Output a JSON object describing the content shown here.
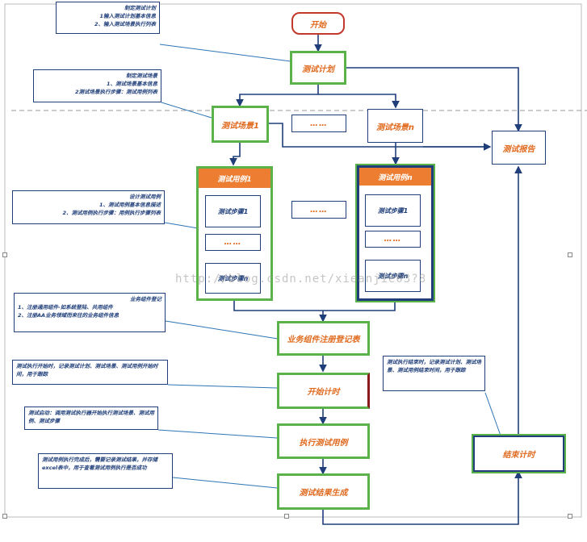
{
  "flow": {
    "start": "开始",
    "test_plan": "测试计划",
    "scenario1": "测试场景1",
    "scenario_n": "测试场景n",
    "dots": "……",
    "report": "测试报告",
    "case1_header": "测试用例1",
    "case_n_header": "测试用例n",
    "step1": "测试步骤1",
    "step_n": "测试步骤n",
    "register": "业务组件注册登记表",
    "start_timing": "开始计时",
    "execute": "执行测试用例",
    "result": "测试结果生成",
    "end_timing": "结束计时"
  },
  "notes": {
    "plan": [
      "制定测试计划",
      "1输入测试计划基本信息",
      "2、输入测试场景执行列表"
    ],
    "scenario": [
      "制定测试场景",
      "1、测试场景基本信息",
      "2测试场景执行步骤：测试用例列表"
    ],
    "case": [
      "设计测试用例",
      "1、测试用例基本信息描述",
      "2、测试用例执行步骤：用例执行步骤列表"
    ],
    "register": [
      "业务组件登记",
      "1、注册通用组件-如系统登陆、共用组件",
      "2、注册AA业务领域而来往的业务组件信息"
    ],
    "start_timing": [
      "测试执行开始时，记录测试计划、测试场景、测试用例开始时间，用于跟踪"
    ],
    "execute": [
      "测试启动：调用测试执行器开始执行测试场景、测试用例、测试步骤"
    ],
    "result": [
      "测试用例执行完成后，需要记录测试结果，并存储excel表中，用于查看测试用例执行是否成功"
    ],
    "end_timing": [
      "测试执行结束时，记录测试计划、测试场景、测试用例结束时间，用于跟踪"
    ]
  },
  "watermark": "http://blog.csdn.net/xieanjie03?8",
  "colors": {
    "accent": "#e06a1e",
    "border_blue": "#1f3e7a",
    "border_green": "#5cb24a",
    "header_orange": "#ed7d31"
  }
}
